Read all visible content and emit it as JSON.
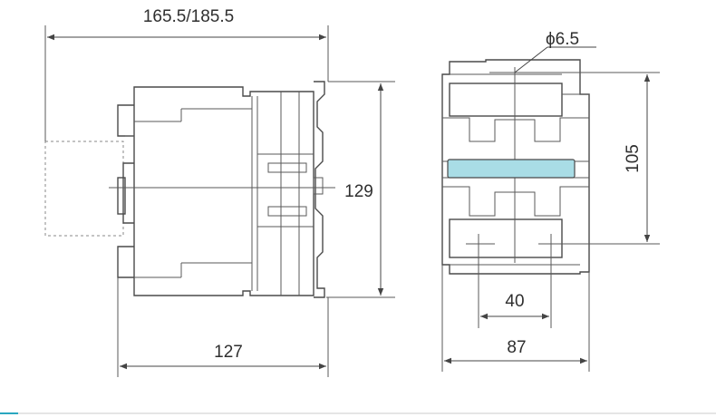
{
  "dimensions": {
    "depth_total": "165.5/185.5",
    "height_side": "129",
    "depth_body": "127",
    "hole_diameter": "ϕ6.5",
    "height_mount": "105",
    "width_mount": "40",
    "width_total": "87"
  },
  "colors": {
    "line": "#4a4a4a",
    "accent_window": "#a9dde6",
    "footer_accent": "#2aa7c0"
  }
}
